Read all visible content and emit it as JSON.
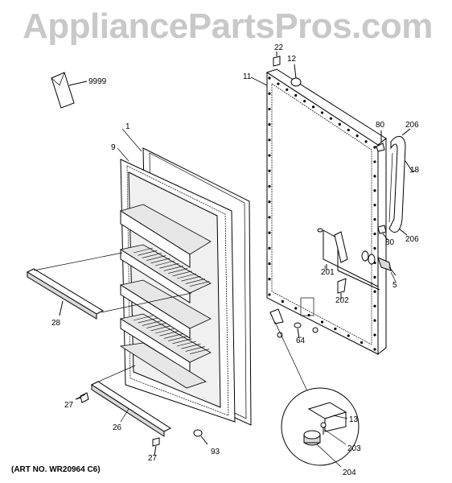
{
  "watermark": "AppliancePartsPros.com",
  "art_number": "(ART NO. WR20964 C6)",
  "callouts": {
    "c9999": "9999",
    "c1": "1",
    "c9": "9",
    "c22": "22",
    "c12": "12",
    "c11": "11",
    "c80a": "80",
    "c206a": "206",
    "c18": "18",
    "c80b": "80",
    "c206b": "206",
    "c201": "201",
    "c5": "5",
    "c202": "202",
    "c64": "64",
    "c28": "28",
    "c27a": "27",
    "c26": "26",
    "c27b": "27",
    "c93": "93",
    "c13": "13",
    "c203": "203",
    "c204": "204"
  }
}
